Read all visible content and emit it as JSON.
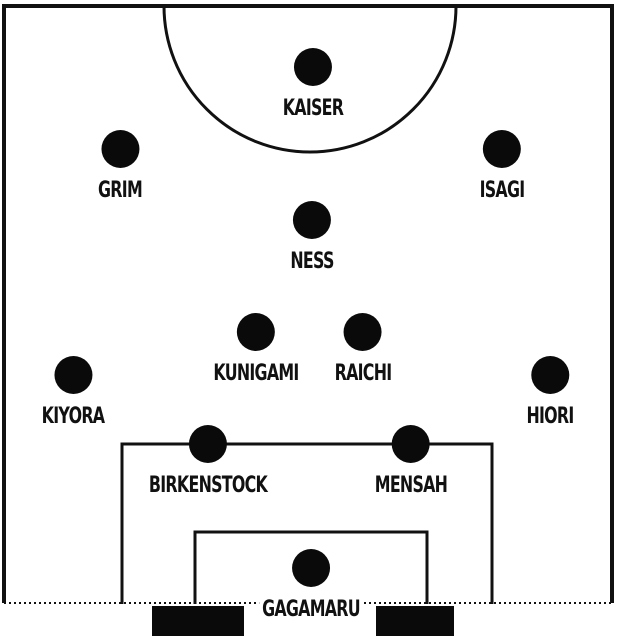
{
  "players": [
    {
      "id": "kaiser",
      "name": "KAISER"
    },
    {
      "id": "grim",
      "name": "GRIM"
    },
    {
      "id": "isagi",
      "name": "ISAGI"
    },
    {
      "id": "ness",
      "name": "NESS"
    },
    {
      "id": "kunigami",
      "name": "KUNIGAMI"
    },
    {
      "id": "raichi",
      "name": "RAICHI"
    },
    {
      "id": "kiyora",
      "name": "KIYORA"
    },
    {
      "id": "hiori",
      "name": "HIORI"
    },
    {
      "id": "birkenstock",
      "name": "BIRKENSTOCK"
    },
    {
      "id": "mensah",
      "name": "MENSAH"
    },
    {
      "id": "gagamaru",
      "name": "GAGAMARU"
    }
  ]
}
